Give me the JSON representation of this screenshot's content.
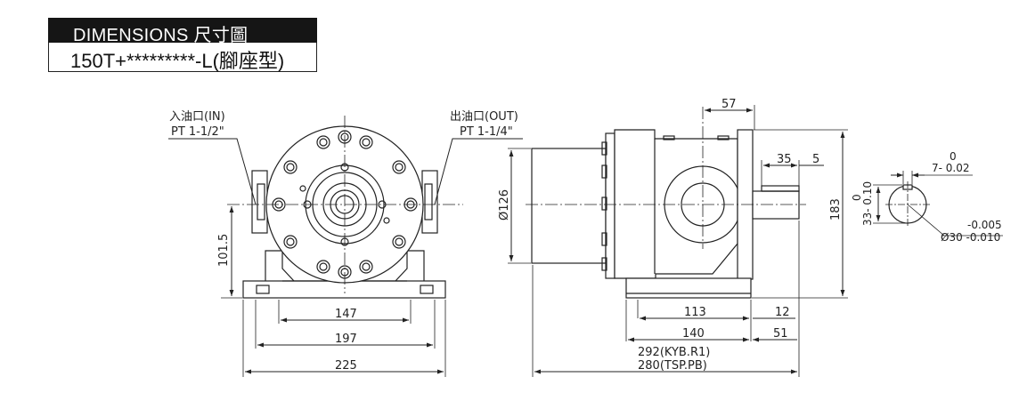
{
  "header": {
    "title": "DIMENSIONS 尺寸圖",
    "model": "150T+*********-L(腳座型)"
  },
  "front_view": {
    "inlet_label": "入油口(IN)",
    "inlet_thread": "PT 1-1/2\"",
    "outlet_label": "出油口(OUT)",
    "outlet_thread": "PT 1-1/4\"",
    "dim_shaft_height": "101.5",
    "dim_147": "147",
    "dim_197": "197",
    "dim_225": "225"
  },
  "side_view": {
    "dim_57": "57",
    "dim_35": "35",
    "dim_5": "5",
    "dim_dia126": "Ø126",
    "dim_183": "183",
    "dim_113": "113",
    "dim_12": "12",
    "dim_140": "140",
    "dim_51": "51",
    "dim_292": "292(KYB.R1)",
    "dim_280": "280(TSP.PB)"
  },
  "shaft_view": {
    "key_tol_upper": "0",
    "key_width": "7- 0.02",
    "key_depth_tol": "0",
    "key_depth": "33- 0.10",
    "dia_tol_upper": "-0.005",
    "dia": "Ø30 -0.010"
  }
}
